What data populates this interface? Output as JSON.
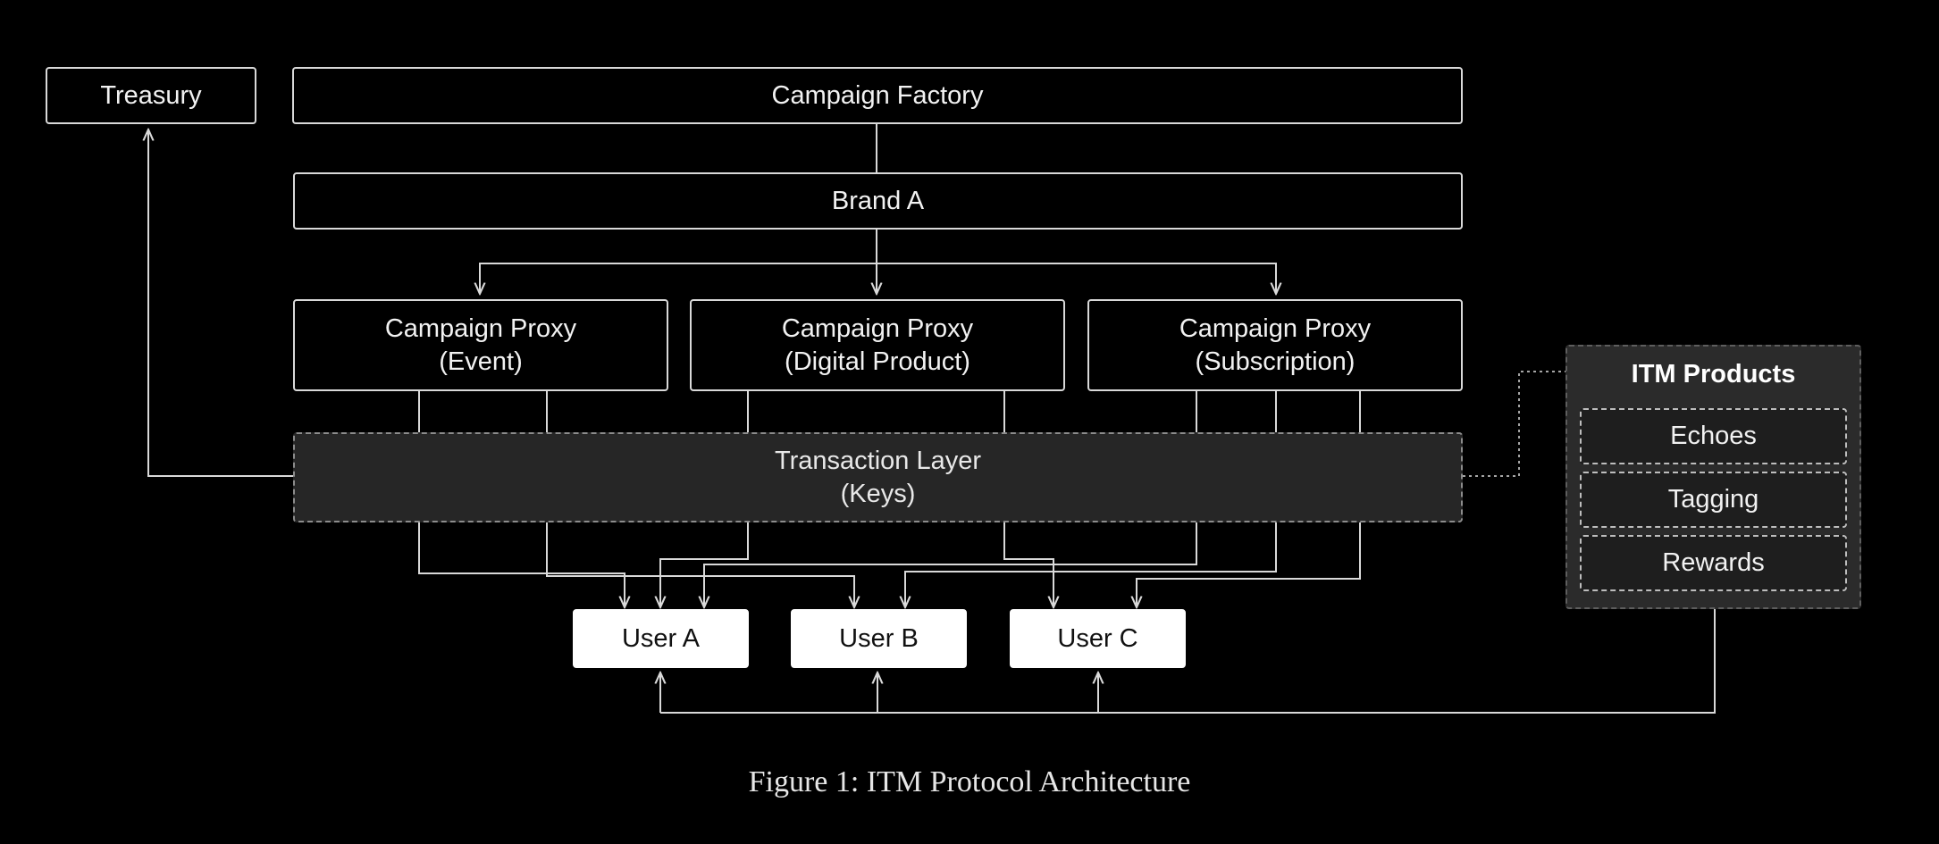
{
  "nodes": {
    "treasury": "Treasury",
    "campaign_factory": "Campaign Factory",
    "brand_a": "Brand A",
    "proxy_event": {
      "line1": "Campaign Proxy",
      "line2": "(Event)"
    },
    "proxy_digital": {
      "line1": "Campaign Proxy",
      "line2": "(Digital Product)"
    },
    "proxy_subscription": {
      "line1": "Campaign Proxy",
      "line2": "(Subscription)"
    },
    "transaction_layer": {
      "line1": "Transaction Layer",
      "line2": "(Keys)"
    },
    "user_a": "User A",
    "user_b": "User B",
    "user_c": "User C"
  },
  "itm_products": {
    "title": "ITM Products",
    "items": [
      "Echoes",
      "Tagging",
      "Rewards"
    ]
  },
  "caption": "Figure 1: ITM Protocol Architecture",
  "colors": {
    "background": "#000000",
    "line": "#d9d9d9",
    "user_box": "#ffffff",
    "layer_fill": "#262626",
    "panel_fill": "#2b2b2b"
  }
}
